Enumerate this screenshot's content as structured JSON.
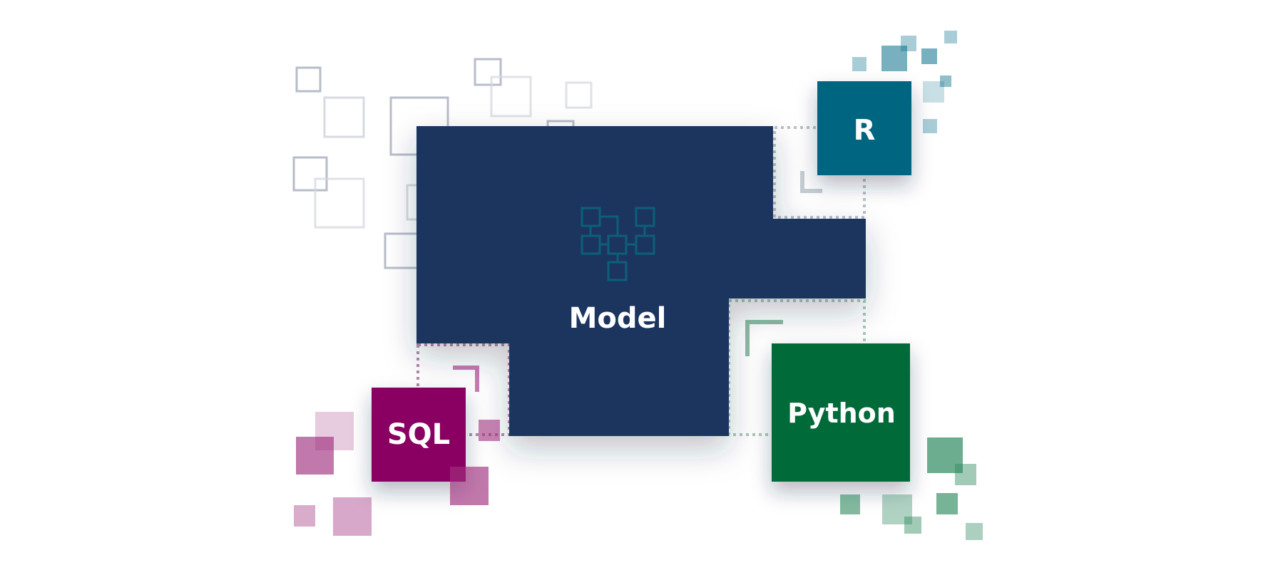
{
  "diagram": {
    "model": {
      "label": "Model",
      "icon": "network-icon",
      "color": "#1d355e"
    },
    "nodes": [
      {
        "id": "r",
        "label": "R",
        "color": "#006580"
      },
      {
        "id": "sql",
        "label": "SQL",
        "color": "#8a0062"
      },
      {
        "id": "python",
        "label": "Python",
        "color": "#006b39"
      }
    ],
    "colors": {
      "outline_squares": "#b8bfcc",
      "connector_r": "#b8c2c8",
      "connector_sql": "#b58aa8",
      "connector_python": "#a9c8b8",
      "bracket_r": "#c6ced4",
      "bracket_sql": "#c77cb0",
      "bracket_python": "#8cbba2"
    }
  }
}
